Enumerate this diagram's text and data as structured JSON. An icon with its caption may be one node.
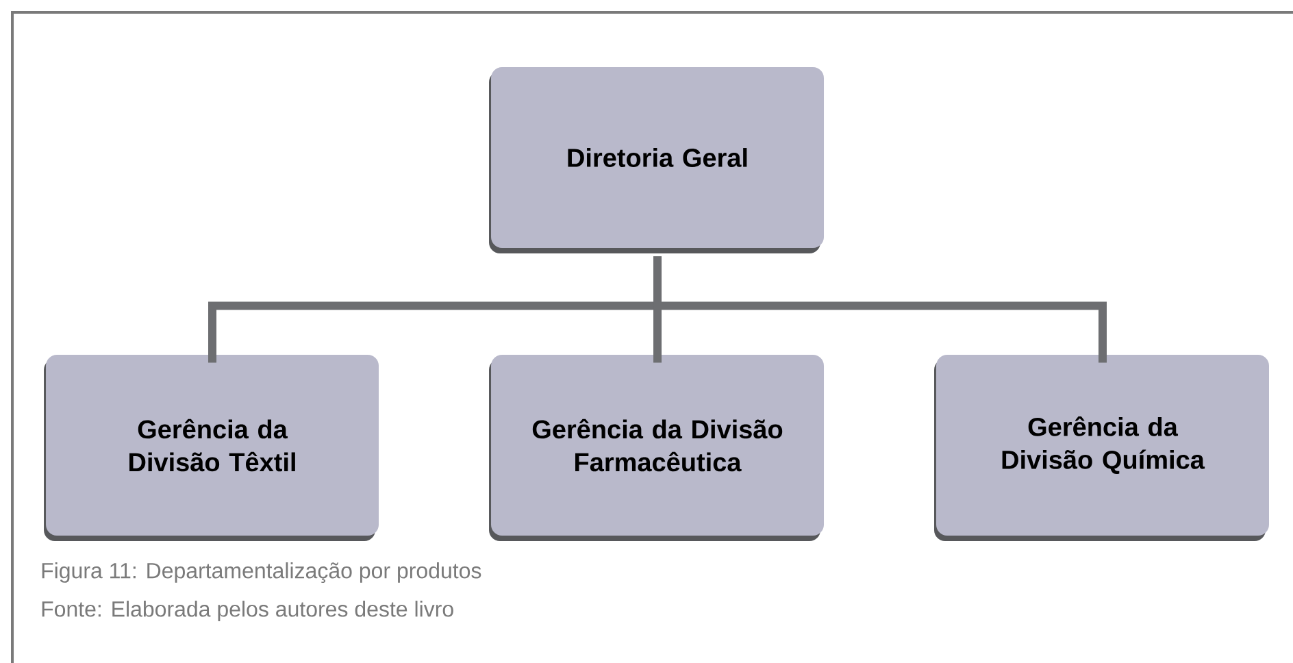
{
  "diagram": {
    "caption": "Figura 11: Departamentalização por produtos",
    "nodes": [
      {
        "text": [
          "Diretoria Geral"
        ]
      },
      {
        "text": [
          "Gerência da Divisão Têxtil"
        ]
      },
      {
        "text": [
          "Gerência da Divisão Farmacêutica"
        ]
      },
      {
        "text": [
          "Gerência da Divisão Química"
        ]
      }
    ],
    "edges": [
      {
        "from": 0,
        "to": 1,
        "arrow": "none"
      },
      {
        "from": 0,
        "to": 2,
        "arrow": "none"
      },
      {
        "from": 0,
        "to": 3,
        "arrow": "none"
      }
    ],
    "labels": [
      "Fonte: Elaborada pelos autores deste livro"
    ]
  }
}
